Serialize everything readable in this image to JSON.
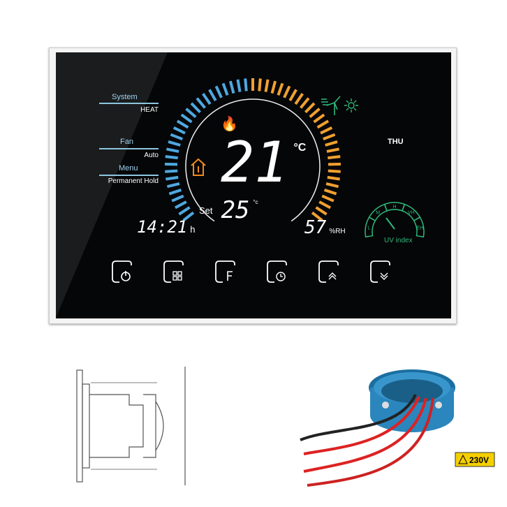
{
  "thermostat": {
    "system_label": "System",
    "system_value": "HEAT",
    "fan_label": "Fan",
    "fan_value": "Auto",
    "menu_label": "Menu",
    "menu_value": "Permanent Hold",
    "current_temp": "21",
    "temp_unit": "°C",
    "set_label": "Set",
    "set_temp": "25",
    "set_unit": "°c",
    "time": "14:21",
    "time_suffix": "h",
    "humidity": "57",
    "humidity_unit": "%RH",
    "day": "THU",
    "uv_label": "UV index",
    "uv_levels": [
      "L",
      "M",
      "H",
      "VH",
      "EH"
    ],
    "buttons": [
      "power",
      "menu",
      "fan",
      "schedule",
      "up",
      "down"
    ],
    "colors": {
      "cold": "#4fa8e0",
      "warm": "#f0a030",
      "uv": "#2fb87a",
      "heat_icon": "#f08a20"
    }
  },
  "accessories": {
    "voltage_label": "230V"
  }
}
